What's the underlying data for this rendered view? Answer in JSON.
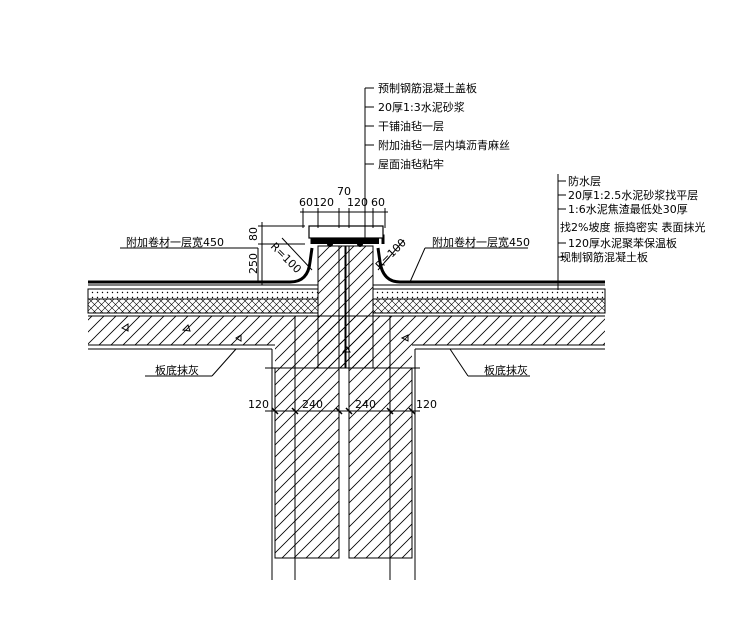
{
  "notes_top": [
    "预制钢筋混凝土盖板",
    "20厚1:3水泥砂浆",
    "干铺油毡一层",
    "附加油毡一层内填沥青麻丝",
    "屋面油毡粘牢"
  ],
  "notes_right": [
    "防水层",
    "20厚1:2.5水泥砂浆找平层",
    "1:6水泥焦渣最低处30厚",
    "找2%坡度 振捣密实 表面抹光",
    "120厚水泥聚苯保温板",
    "现制钢筋混凝土板"
  ],
  "labels": {
    "extra_left": "附加卷材一层宽450",
    "extra_right": "附加卷材一层宽450",
    "ceiling_left": "板底抹灰",
    "ceiling_right": "板底抹灰",
    "radius_left": "R=100",
    "radius_right": "R=100"
  },
  "dims": {
    "top_60_left": "60",
    "top_120_left": "120",
    "top_70": "70",
    "top_120_right": "120",
    "top_60_right": "60",
    "v_80": "80",
    "v_250": "250",
    "b_120_left": "120",
    "b_240_left": "240",
    "b_240_right": "240",
    "b_120_right": "120"
  },
  "colors": {
    "line": "#000000",
    "background": "#ffffff"
  }
}
